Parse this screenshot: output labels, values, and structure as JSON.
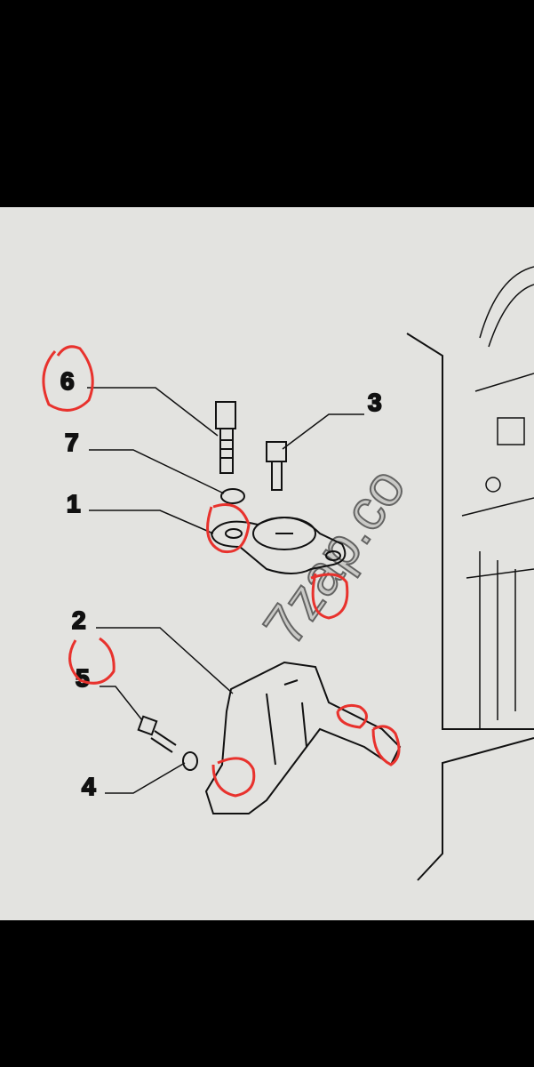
{
  "callouts": [
    "1",
    "2",
    "3",
    "4",
    "5",
    "6",
    "7"
  ],
  "watermark": "7zap.co",
  "colors": {
    "screen": "#e3e3e0",
    "ink": "#111111",
    "marker": "#e8322d"
  }
}
